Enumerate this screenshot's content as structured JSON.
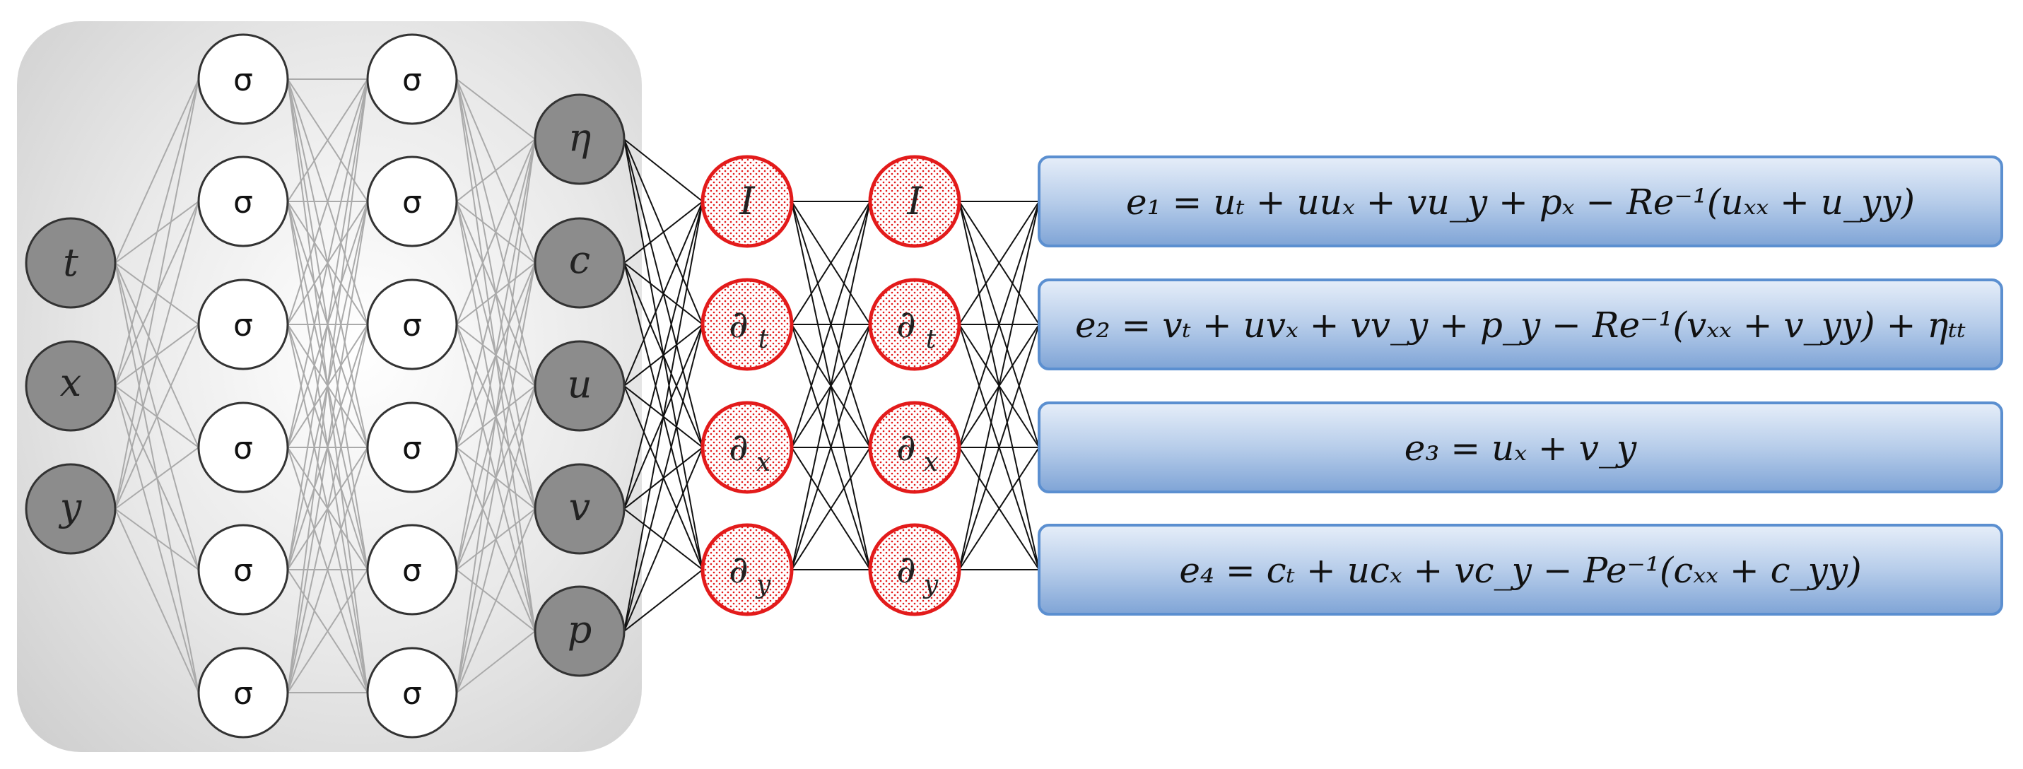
{
  "input_nodes": [
    "t",
    "x",
    "y"
  ],
  "hidden_layers": [
    [
      "σ",
      "σ",
      "σ",
      "σ",
      "σ",
      "σ"
    ],
    [
      "σ",
      "σ",
      "σ",
      "σ",
      "σ",
      "σ"
    ]
  ],
  "output_nodes": [
    "η",
    "c",
    "u",
    "v",
    "p"
  ],
  "operator_layers": [
    [
      {
        "base": "I",
        "sub": ""
      },
      {
        "base": "∂",
        "sub": "t"
      },
      {
        "base": "∂",
        "sub": "x"
      },
      {
        "base": "∂",
        "sub": "y"
      }
    ],
    [
      {
        "base": "I",
        "sub": ""
      },
      {
        "base": "∂",
        "sub": "t"
      },
      {
        "base": "∂",
        "sub": "x"
      },
      {
        "base": "∂",
        "sub": "y"
      }
    ]
  ],
  "equations": [
    {
      "label": "e_1",
      "text": "e₁ = uₜ + uuₓ + vu_y + pₓ − Re⁻¹(uₓₓ + u_yy)"
    },
    {
      "label": "e_2",
      "text": "e₂ = vₜ + uvₓ + vv_y + p_y − Re⁻¹(vₓₓ + v_yy) + ηₜₜ"
    },
    {
      "label": "e_3",
      "text": "e₃ = uₓ + v_y"
    },
    {
      "label": "e_4",
      "text": "e₄ = cₜ + ucₓ + vc_y − Pe⁻¹(cₓₓ + c_yy)"
    }
  ],
  "colors": {
    "io_node_fill": "#8c8c8c",
    "hidden_node_fill": "#ffffff",
    "operator_stroke": "#e31b1b",
    "operator_dots": "#e31b1b",
    "equation_box_top": "#dfe9f6",
    "equation_box_bottom": "#7fa4d6",
    "equation_box_border": "#5b8fd0",
    "network_background": "#d6d6d6",
    "network_edge": "#aaaaaa",
    "operator_edge": "#111111"
  }
}
